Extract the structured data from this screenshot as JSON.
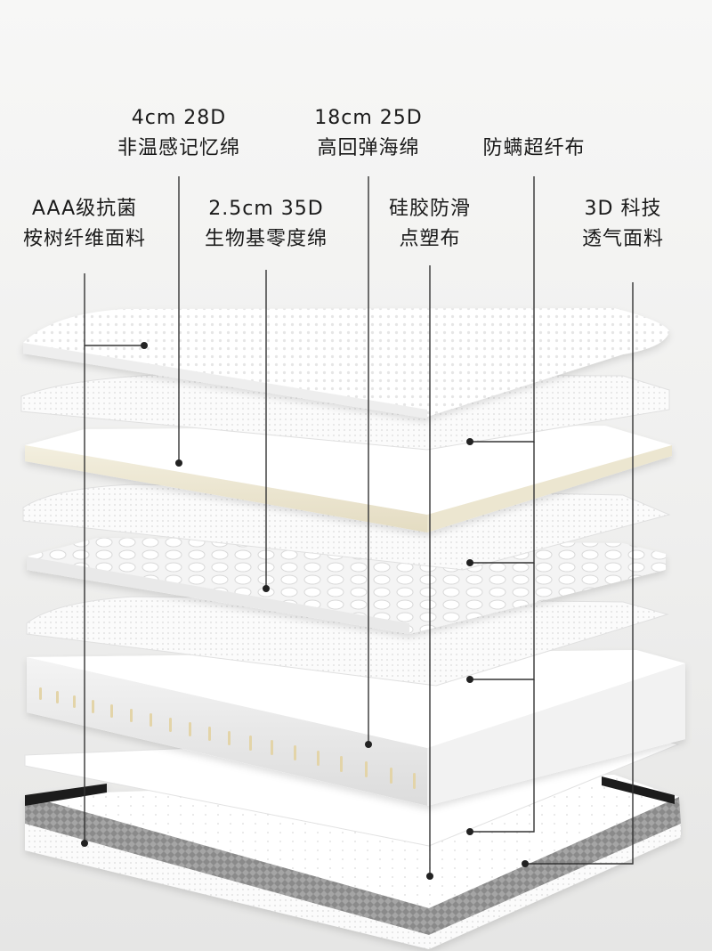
{
  "labels": {
    "aaa_antibacterial": {
      "line1": "AAA级抗菌",
      "line2": "桉树纤维面料"
    },
    "memory_foam": {
      "line1": "4cm 28D",
      "line2": "非温感记忆绵"
    },
    "bio_zero_foam": {
      "line1": "2.5cm 35D",
      "line2": "生物基零度绵"
    },
    "high_resilience_foam": {
      "line1": "18cm 25D",
      "line2": "高回弹海绵"
    },
    "silicone_anti_slip": {
      "line1": "硅胶防滑",
      "line2": "点塑布"
    },
    "anti_mite_fabric": {
      "line1": "防螨超纤布"
    },
    "breathable_3d_fabric": {
      "line1": "3D 科技",
      "line2": "透气面料"
    }
  },
  "colors": {
    "background": "#efefee",
    "leader_line": "#333333",
    "text": "#1a1a1a"
  }
}
